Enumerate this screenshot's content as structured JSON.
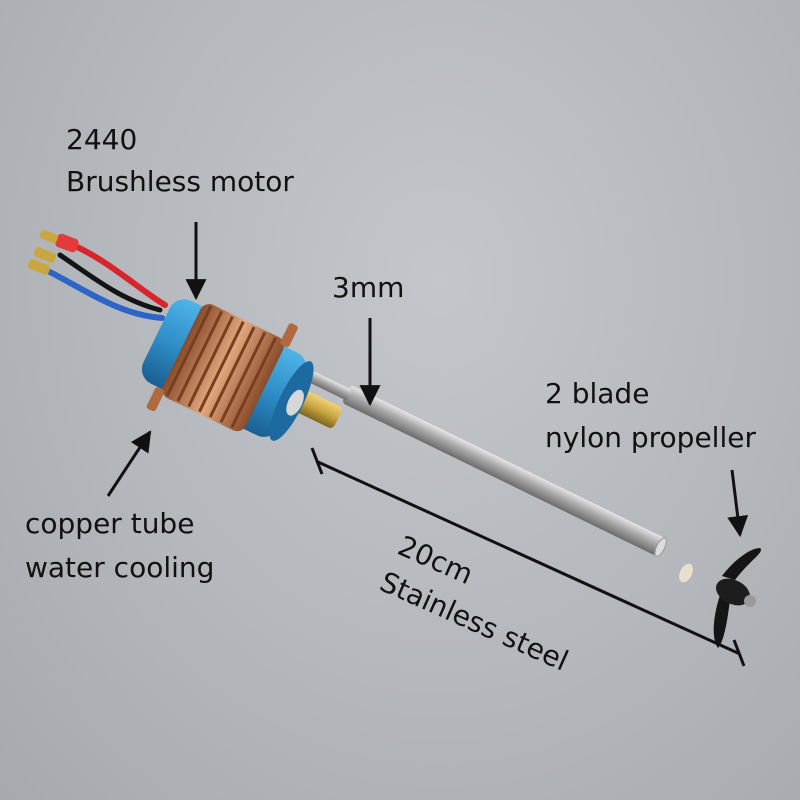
{
  "labels": {
    "motor_model": "2440",
    "motor_type": "Brushless motor",
    "shaft_diameter": "3mm",
    "propeller_line1": "2 blade",
    "propeller_line2": "nylon propeller",
    "cooling_line1": "copper tube",
    "cooling_line2": "water cooling",
    "length": "20cm",
    "material": "Stainless steel"
  },
  "colors": {
    "background": "#b8bbbf",
    "motor_body": "#2f8fc8",
    "copper_coil": "#c07a4e",
    "brass_coupler": "#c9a640",
    "shaft": "#b8b8b8",
    "propeller": "#151515",
    "wire_red": "#d8242c",
    "wire_blue": "#2c64c8",
    "wire_black": "#141414"
  }
}
